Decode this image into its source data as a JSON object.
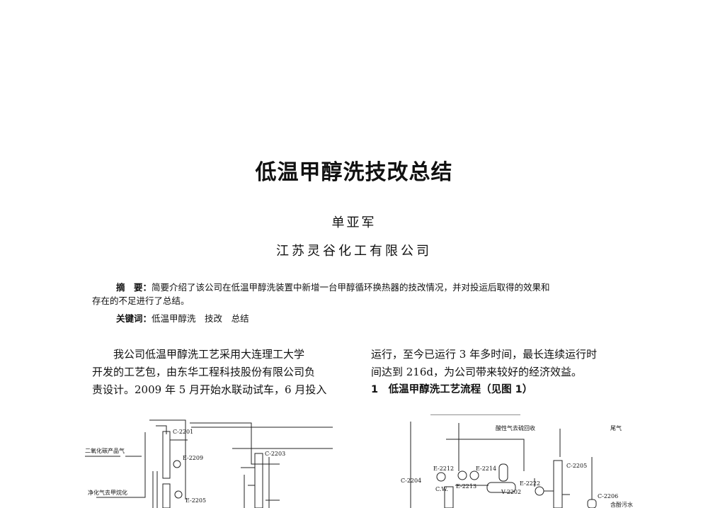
{
  "title": "低温甲醇洗技改总结",
  "author": "单亚军",
  "affiliation": "江苏灵谷化工有限公司",
  "abstract": {
    "label": "摘　要：",
    "line1": "简要介绍了该公司在低温甲醇洗装置中新增一台甲醇循环换热器的技改情况，并对投运后取得的效果和",
    "line2": "存在的不足进行了总结。"
  },
  "keywords": {
    "label": "关键词：",
    "items": [
      "低温甲醇洗",
      "技改",
      "总结"
    ]
  },
  "body": {
    "left": [
      "我公司低温甲醇洗工艺采用大连理工大学",
      "开发的工艺包，由东华工程科技股份有限公司负",
      "责设计。2009 年 5 月开始水联动试车，6 月投入"
    ],
    "right": [
      "运行，至今已运行 3 年多时间，最长连续运行时",
      "间达到 216d，为公司带来较好的经济效益。"
    ],
    "section": "1　低温甲醇洗工艺流程（见图 1）"
  },
  "figure": {
    "labels": {
      "co2": "二氧化碳产品气",
      "purified": "净化气去甲烷化",
      "c2201": "C-2201",
      "e2209": "E-2209",
      "e2205": "E-2205",
      "c2203": "C-2203",
      "acid": "酸性气去硫回收",
      "tail": "尾气",
      "e2212": "E-2212",
      "e2214": "E-2214",
      "e2213": "E-2213",
      "cw": "C.W.",
      "c2204": "C-2204",
      "v2202": "V-2202",
      "e2222": "E-2222",
      "c2205": "C-2205",
      "c2206": "C-2206",
      "water": "含酚污水"
    }
  }
}
